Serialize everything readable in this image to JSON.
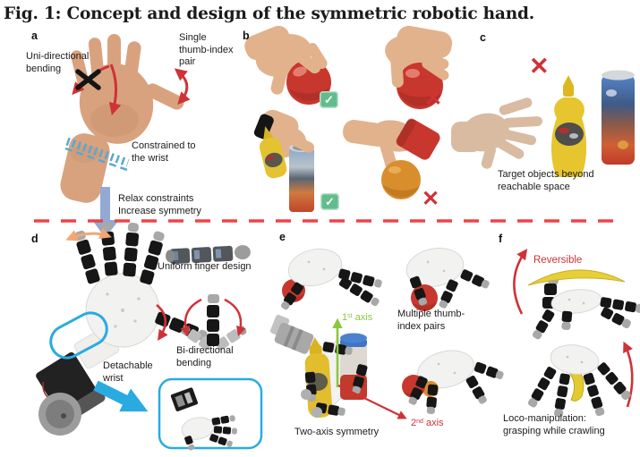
{
  "title": "Fig. 1: Concept and design of the symmetric robotic hand.",
  "marks": {
    "check": "✓",
    "cross": "✕"
  },
  "colors": {
    "red": "#cf3237",
    "dash_red": "#ee4348",
    "check_green": "#62bc8c",
    "axis_green": "#8dc63f",
    "cyan": "#29abe2",
    "steel_blue": "#92a9d4",
    "hatch_blue": "#58a8d6",
    "orange_arrow": "#f2a772",
    "black": "#1b1b1b"
  },
  "panels": {
    "a": {
      "label": "a",
      "uni_line1": "Uni-directional",
      "uni_line2": "bending",
      "single_line1": "Single",
      "single_line2": "thumb-index",
      "single_line3": "pair",
      "constrained_line1": "Constrained to",
      "constrained_line2": "the wrist",
      "transition_line1": "Relax constraints",
      "transition_line2": "Increase symmetry"
    },
    "b": {
      "label": "b"
    },
    "c": {
      "label": "c",
      "caption_line1": "Target objects beyond",
      "caption_line2": "reachable space"
    },
    "d": {
      "label": "d",
      "uniform_finger": "Uniform finger design",
      "bidirectional_line1": "Bi-directional",
      "bidirectional_line2": "bending",
      "detachable_line1": "Detachable",
      "detachable_line2": "wrist"
    },
    "e": {
      "label": "e",
      "axis1_num": "1",
      "axis1_sup": "st",
      "axis1_word": " axis",
      "multiple_line1": "Multiple thumb-",
      "multiple_line2": "index pairs",
      "axis2_num": "2",
      "axis2_sup": "nd",
      "axis2_word": " axis",
      "two_axis": "Two-axis symmetry"
    },
    "f": {
      "label": "f",
      "reversible": "Reversible",
      "loco_line1": "Loco-manipulation:",
      "loco_line2": "grasping while crawling"
    }
  }
}
